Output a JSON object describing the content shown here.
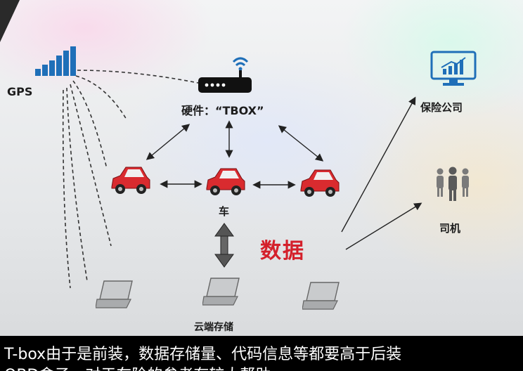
{
  "diagram": {
    "gps_label": "GPS",
    "tbox_label": "硬件：“TBOX”",
    "car_label": "车",
    "data_label": "数据",
    "insurance_label": "保险公司",
    "driver_label": "司机",
    "cloud_label": "云端存储"
  },
  "caption": {
    "line1": "T-box由于是前装，数据存储量、代码信息等都要高于后装",
    "line2": "OBD盒子，对于车险的参考有较大帮助"
  },
  "colors": {
    "car_red": "#d92b2f",
    "accent_blue": "#1f6fb8",
    "data_red": "#d4202b",
    "caption_bg": "#000000"
  },
  "icons": [
    "signal-bars-icon",
    "router-icon",
    "car-icon",
    "monitor-chart-icon",
    "people-icon",
    "laptop-icon"
  ]
}
